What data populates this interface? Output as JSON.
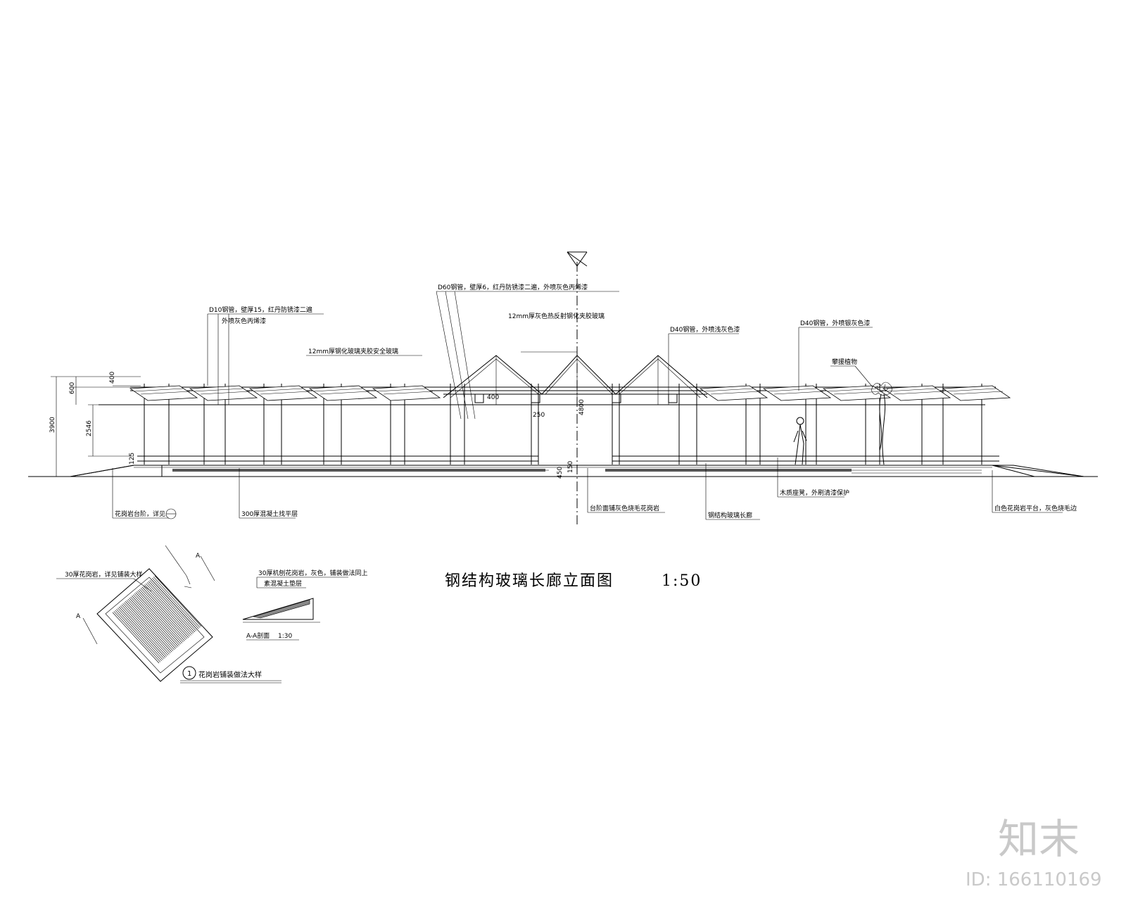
{
  "drawing": {
    "title": "钢结构玻璃长廊立面图",
    "scale": "1:50"
  },
  "callouts_top": [
    "D10钢管，壁厚15，红丹防锈漆二遍",
    "外喷灰色丙烯漆",
    "12mm厚钢化玻璃夹胶安全玻璃",
    "D60钢管，壁厚6，红丹防锈漆二遍，外喷灰色丙烯漆",
    "12mm厚灰色热反射钢化夹胶玻璃",
    "D40钢管，外喷浅灰色漆",
    "D40钢管，外喷银灰色漆",
    "攀援植物"
  ],
  "callouts_bottom": [
    "花岗岩台阶，详见",
    "300厚混凝土找平层",
    "台阶面铺灰色烧毛花岗岩",
    "钢结构玻璃长廊",
    "木质座凳，外刷清漆保护",
    "白色花岗岩平台，灰色烧毛边"
  ],
  "dimensions": {
    "total_height": "3900",
    "upper": "600",
    "middle": "2546",
    "step": "125",
    "roof_rise": "400",
    "beam": "400",
    "post_gap": "250",
    "center_height": "4800",
    "center_low": "150",
    "center_step": "450"
  },
  "detail": {
    "label_number": "1",
    "label": "花岗岩铺装做法大样",
    "note": "30厚花岗岩，详见铺装大样",
    "section_note": "30厚机刨花岗岩，灰色，铺装做法同上",
    "section_sub": "素混凝土垫层",
    "section_mark": "A",
    "section_title": "A-A剖面",
    "section_scale": "1:30"
  },
  "watermark": {
    "logo": "知末",
    "id": "ID: 166110169"
  }
}
